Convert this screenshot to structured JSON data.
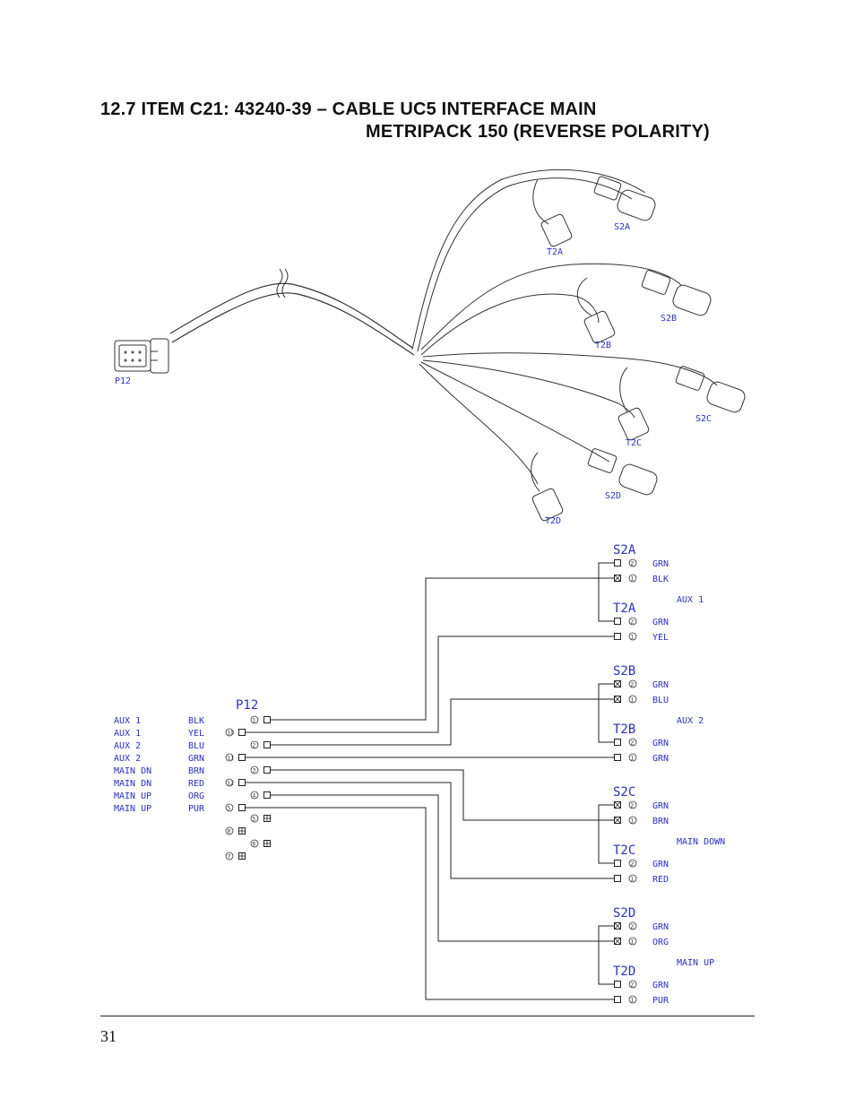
{
  "header": {
    "line1": "12.7  ITEM C21:  43240-39 – CABLE UC5 INTERFACE MAIN",
    "line2": "METRIPACK 150 (REVERSE POLARITY)"
  },
  "illustration": {
    "main_connector": "P12",
    "connectors": [
      "S2A",
      "T2A",
      "S2B",
      "T2B",
      "S2C",
      "T2C",
      "S2D",
      "T2D"
    ]
  },
  "schematic": {
    "p12": {
      "title": "P12",
      "rows": [
        {
          "func": "AUX 1",
          "color": "BLK",
          "pin": "1"
        },
        {
          "func": "AUX 1",
          "color": "YEL",
          "pin": "10"
        },
        {
          "func": "AUX 2",
          "color": "BLU",
          "pin": "2"
        },
        {
          "func": "AUX 2",
          "color": "GRN",
          "pin": "11"
        },
        {
          "func": "MAIN DN",
          "color": "BRN",
          "pin": "3"
        },
        {
          "func": "MAIN DN",
          "color": "RED",
          "pin": "12"
        },
        {
          "func": "MAIN UP",
          "color": "ORG",
          "pin": "4"
        },
        {
          "func": "MAIN UP",
          "color": "PUR",
          "pin": "5"
        }
      ],
      "unused_pins": [
        "5",
        "8",
        "6",
        "7"
      ]
    },
    "groups": [
      {
        "function": "AUX 1",
        "s": {
          "name": "S2A",
          "wires": [
            {
              "pin": "2",
              "color": "GRN"
            },
            {
              "pin": "1",
              "color": "BLK"
            }
          ]
        },
        "t": {
          "name": "T2A",
          "wires": [
            {
              "pin": "2",
              "color": "GRN"
            },
            {
              "pin": "1",
              "color": "YEL"
            }
          ]
        }
      },
      {
        "function": "AUX 2",
        "s": {
          "name": "S2B",
          "wires": [
            {
              "pin": "2",
              "color": "GRN"
            },
            {
              "pin": "1",
              "color": "BLU"
            }
          ]
        },
        "t": {
          "name": "T2B",
          "wires": [
            {
              "pin": "2",
              "color": "GRN"
            },
            {
              "pin": "1",
              "color": "GRN"
            }
          ]
        }
      },
      {
        "function": "MAIN DOWN",
        "s": {
          "name": "S2C",
          "wires": [
            {
              "pin": "2",
              "color": "GRN"
            },
            {
              "pin": "1",
              "color": "BRN"
            }
          ]
        },
        "t": {
          "name": "T2C",
          "wires": [
            {
              "pin": "2",
              "color": "GRN"
            },
            {
              "pin": "1",
              "color": "RED"
            }
          ]
        }
      },
      {
        "function": "MAIN UP",
        "s": {
          "name": "S2D",
          "wires": [
            {
              "pin": "2",
              "color": "GRN"
            },
            {
              "pin": "1",
              "color": "ORG"
            }
          ]
        },
        "t": {
          "name": "T2D",
          "wires": [
            {
              "pin": "2",
              "color": "GRN"
            },
            {
              "pin": "1",
              "color": "PUR"
            }
          ]
        }
      }
    ]
  },
  "footer": {
    "page_number": "31"
  },
  "colors": {
    "label_blue": "#2a2fd0",
    "line": "#222222"
  }
}
